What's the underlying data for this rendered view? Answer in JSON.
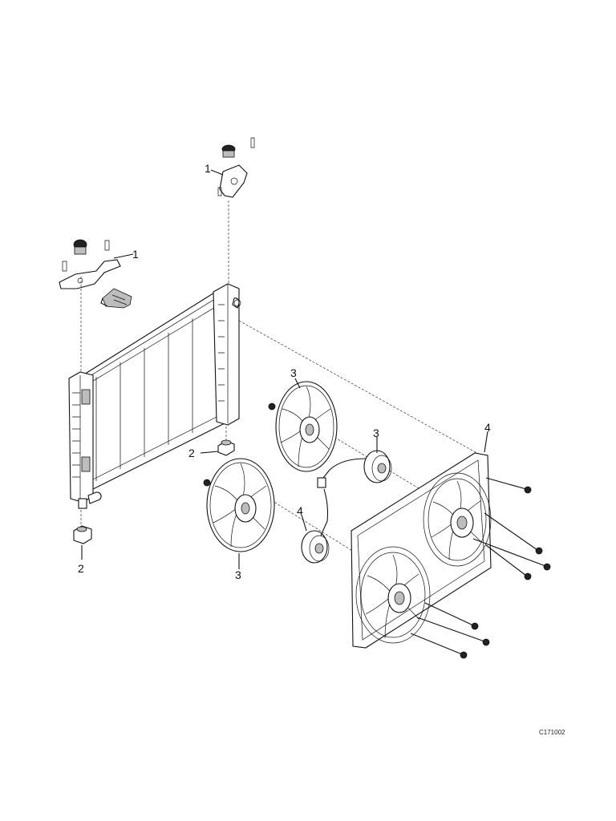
{
  "diagram": {
    "callouts": [
      {
        "id": "c1-top",
        "text": "1"
      },
      {
        "id": "c1-left",
        "text": "1"
      },
      {
        "id": "c2-right",
        "text": "2"
      },
      {
        "id": "c2-left",
        "text": "2"
      },
      {
        "id": "c3-upper-fan",
        "text": "3"
      },
      {
        "id": "c3-lower-fan",
        "text": "3"
      },
      {
        "id": "c3-shroud",
        "text": "3"
      },
      {
        "id": "c4-upper-motor",
        "text": "4"
      },
      {
        "id": "c4-lower-motor",
        "text": "4"
      }
    ],
    "figure_id": "C171002",
    "icons": [
      "front-arrow-icon"
    ],
    "colors": {
      "line": "#111111",
      "background": "#ffffff",
      "fill": "#bdbdbd"
    }
  }
}
